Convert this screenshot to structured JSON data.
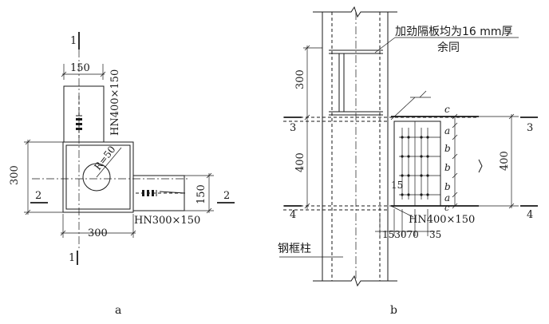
{
  "figure_a": {
    "caption": "a",
    "section_mark_1_top": "1",
    "section_mark_1_bottom": "1",
    "section_mark_2_left": "2",
    "section_mark_2_right": "2",
    "dim_top_width": "150",
    "dim_beam_vertical": "HN400×150",
    "dim_radius": "R=50",
    "dim_column_height": "300",
    "dim_column_width": "300",
    "dim_beam_right": "150",
    "label_beam_right": "HN300×150"
  },
  "figure_b": {
    "caption": "b",
    "note_line1": "加劲隔板均为16 mm厚",
    "note_line2": "余同",
    "dim_300": "300",
    "dim_400_left": "400",
    "dim_400_right": "400",
    "level_3_left": "3",
    "level_3_right": "3",
    "level_4_left": "4",
    "level_4_right": "4",
    "label_c_top": "c",
    "label_c_bottom": "c",
    "label_a_top": "a",
    "label_a_bottom": "a",
    "label_b1": "b",
    "label_b2": "b",
    "label_b3": "b",
    "dim_15": "15",
    "dims_bottom": "153070",
    "dim_35": "35",
    "label_beam": "HN400×150",
    "label_column": "钢框柱"
  }
}
